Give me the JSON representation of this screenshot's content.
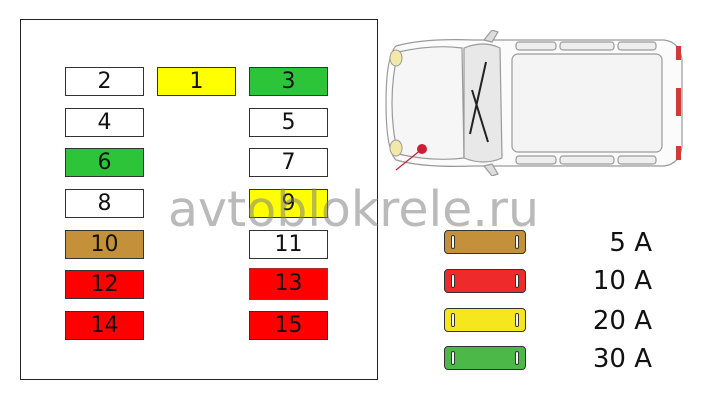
{
  "fuse_box": {
    "fuses": [
      {
        "label": "2",
        "color": "#ffffff"
      },
      {
        "label": "1",
        "color": "#ffff00"
      },
      {
        "label": "3",
        "color": "#2ec43a"
      },
      {
        "label": "4",
        "color": "#ffffff"
      },
      {
        "label": "5",
        "color": "#ffffff"
      },
      {
        "label": "6",
        "color": "#2ec43a"
      },
      {
        "label": "7",
        "color": "#ffffff"
      },
      {
        "label": "8",
        "color": "#ffffff"
      },
      {
        "label": "9",
        "color": "#ffff00"
      },
      {
        "label": "10",
        "color": "#c4913a"
      },
      {
        "label": "11",
        "color": "#ffffff"
      },
      {
        "label": "12",
        "color": "#ff0000"
      },
      {
        "label": "13",
        "color": "#ff0000"
      },
      {
        "label": "14",
        "color": "#ff0000"
      },
      {
        "label": "15",
        "color": "#ff0000"
      }
    ]
  },
  "watermark": "avtoblokrele.ru",
  "legend": [
    {
      "rating": "5 A",
      "color": "#c4913a"
    },
    {
      "rating": "10 A",
      "color": "#ee2a2a"
    },
    {
      "rating": "20 A",
      "color": "#f5e61e"
    },
    {
      "rating": "30 A",
      "color": "#4cb848"
    }
  ],
  "car_diagram": {
    "marker_color": "#cc1f35"
  }
}
